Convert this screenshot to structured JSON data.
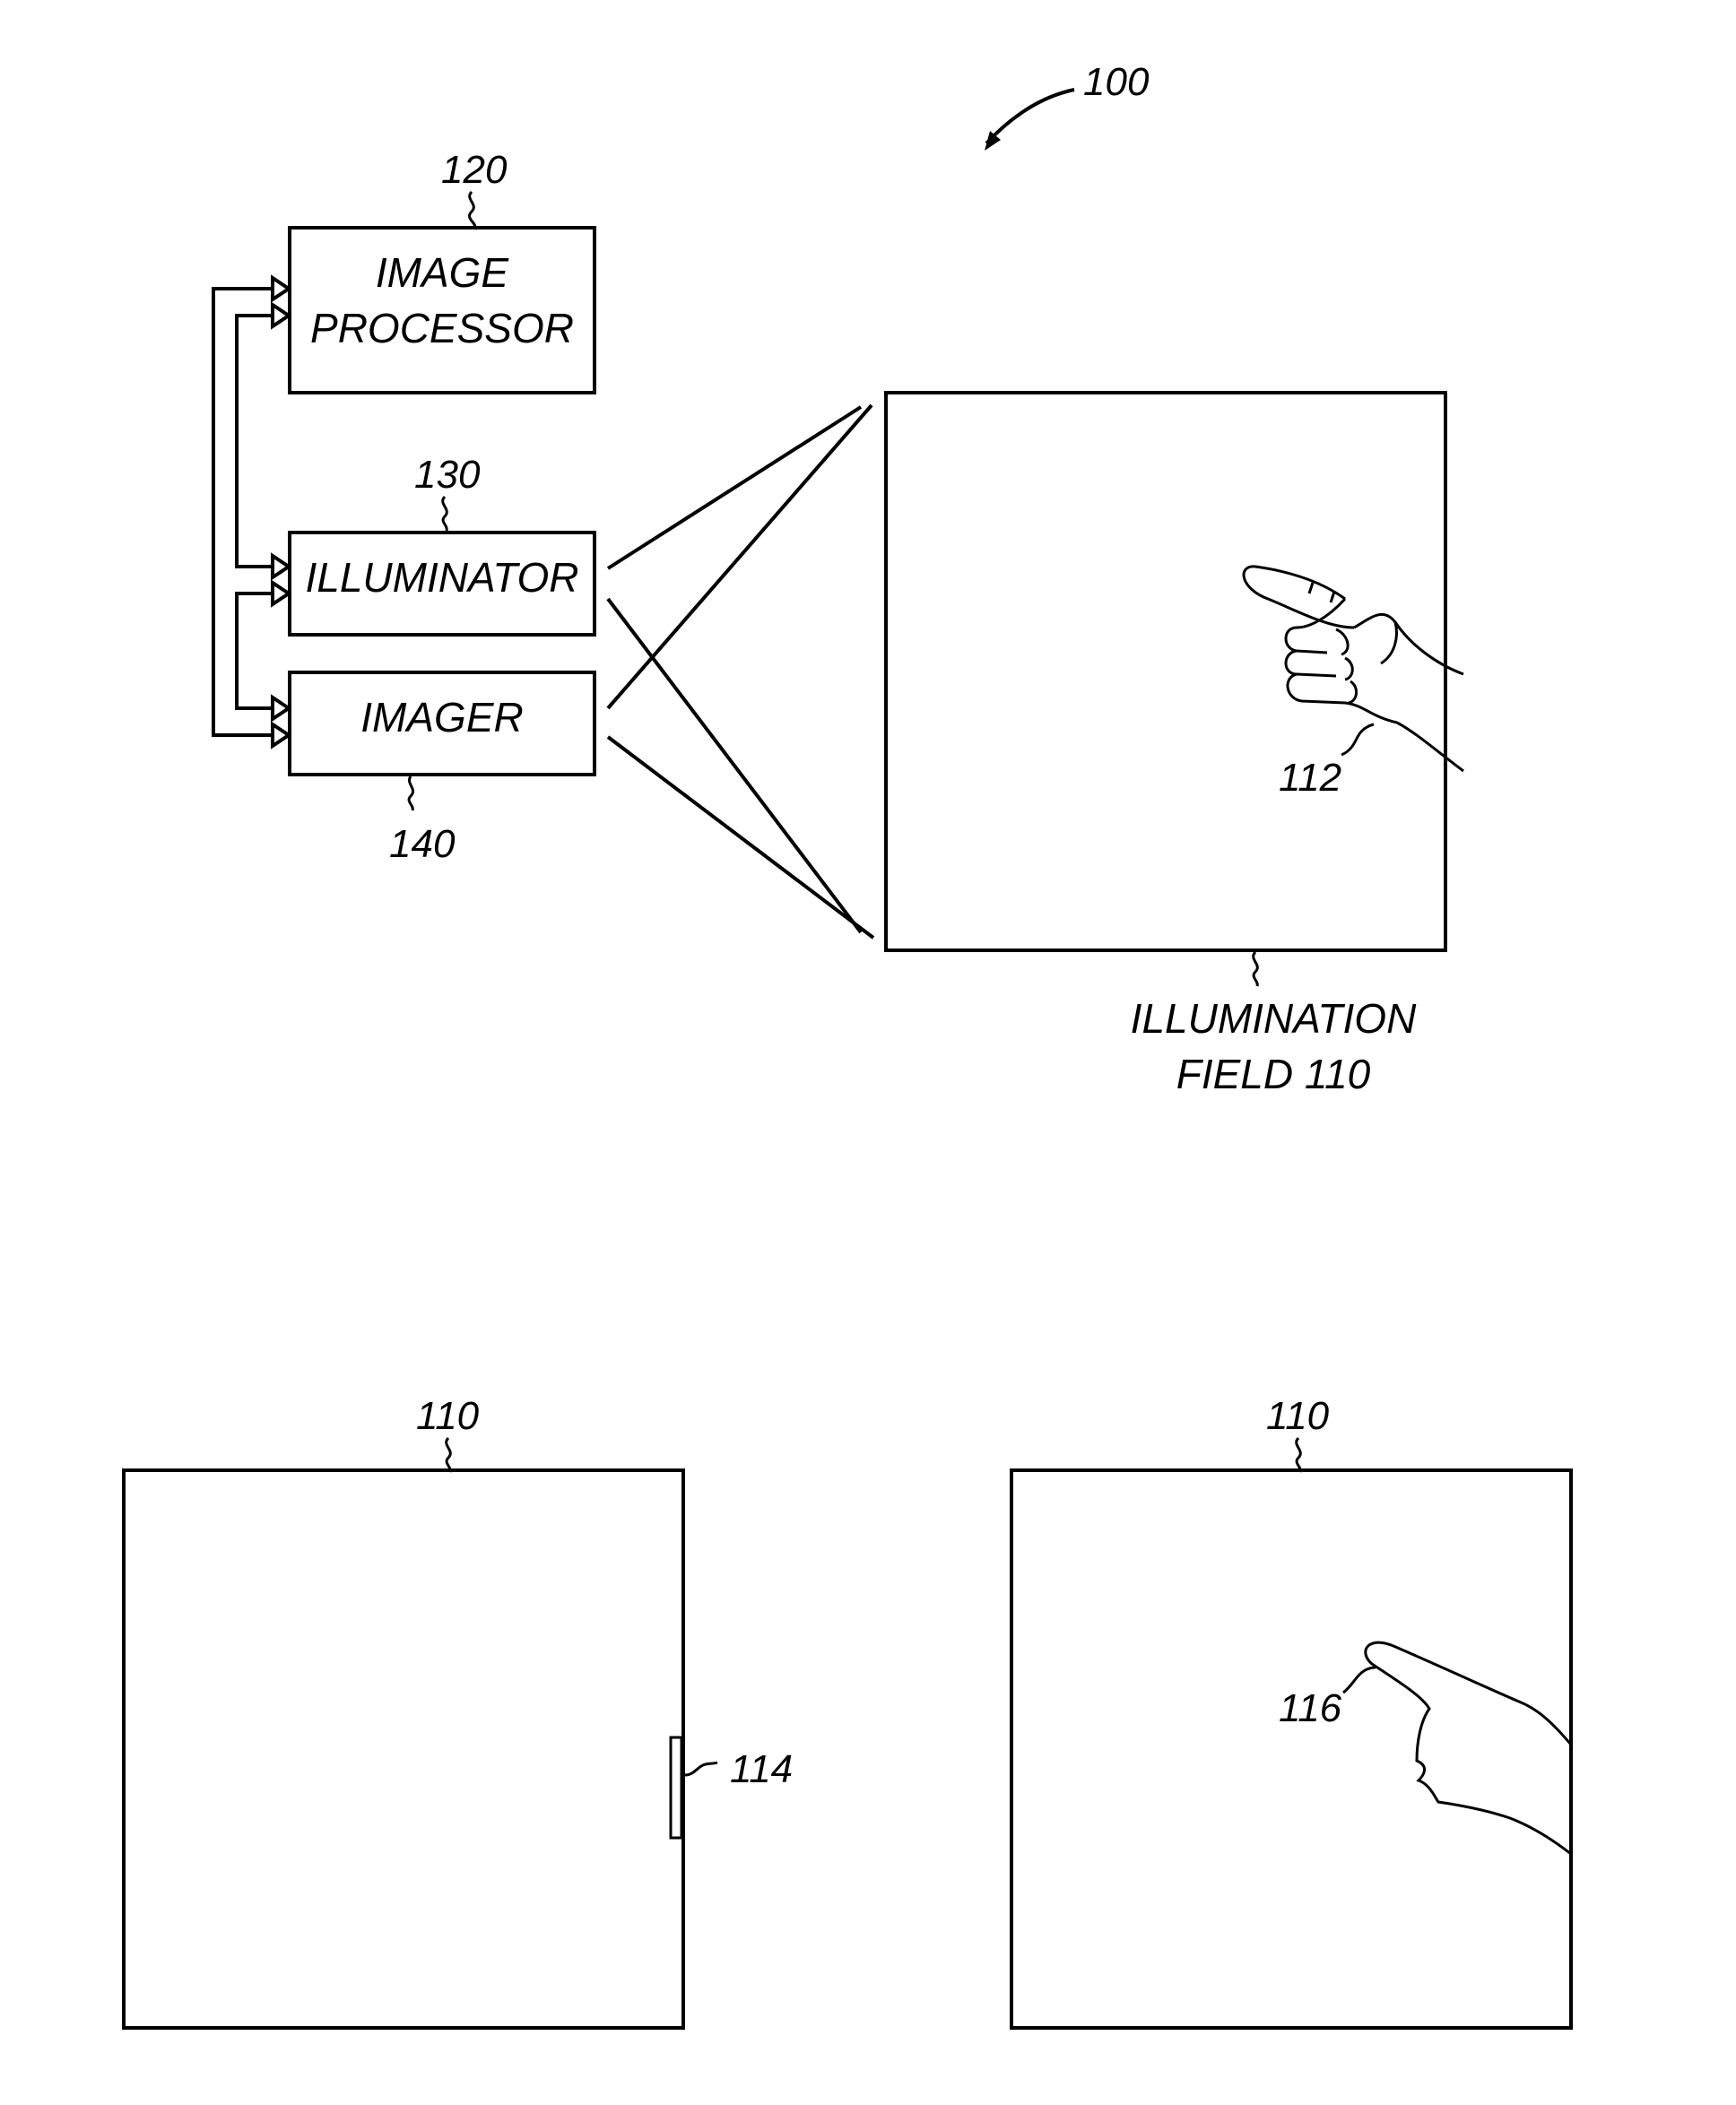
{
  "figure": {
    "ref_number": "100",
    "image_processor": {
      "ref": "120",
      "line1": "IMAGE",
      "line2": "PROCESSOR"
    },
    "illuminator": {
      "ref": "130",
      "label": "ILLUMINATOR"
    },
    "imager": {
      "ref": "140",
      "label": "IMAGER"
    },
    "illumination_field": {
      "line1": "ILLUMINATION",
      "line2": "FIELD 110",
      "hand_ref": "112"
    },
    "lower_left_panel": {
      "ref": "110",
      "marker_ref": "114"
    },
    "lower_right_panel": {
      "ref": "110",
      "fingertip_ref": "116"
    }
  }
}
